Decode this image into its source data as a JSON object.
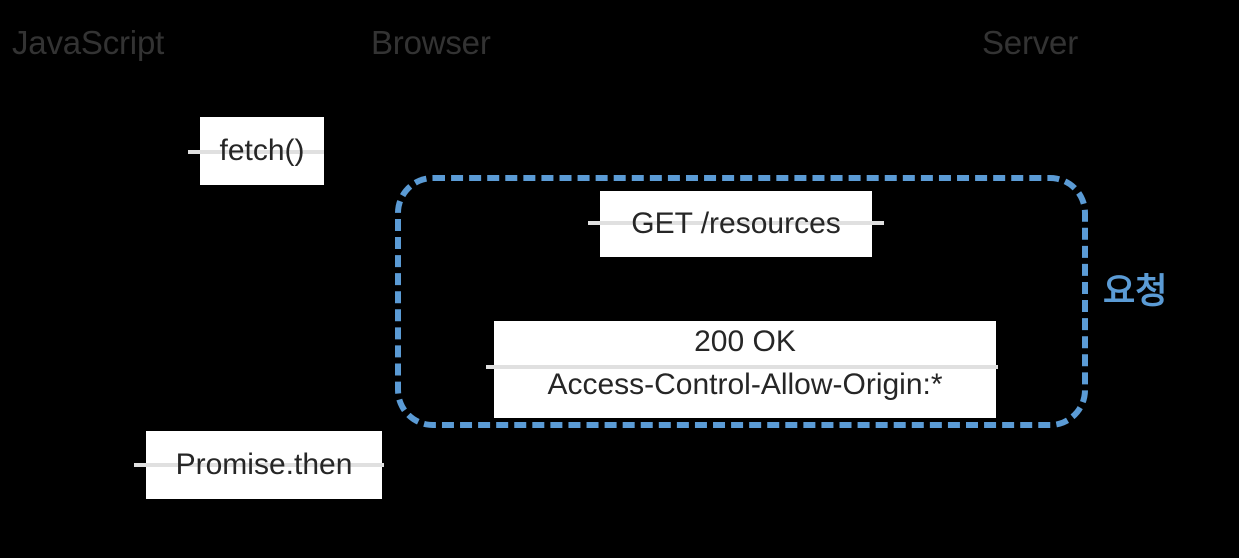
{
  "diagram": {
    "title": "CORS request flow",
    "background_color": "#000000",
    "accent_color": "#5B9BD5",
    "label_color": "#333333",
    "lanes": [
      {
        "id": "javascript",
        "label": "JavaScript"
      },
      {
        "id": "browser",
        "label": "Browser"
      },
      {
        "id": "server",
        "label": "Server"
      }
    ],
    "messages": [
      {
        "id": "fetch",
        "label": "fetch()"
      },
      {
        "id": "get",
        "label": "GET /resources"
      },
      {
        "id": "response",
        "line_1": "200 OK",
        "line_2": "Access-Control-Allow-Origin:*"
      },
      {
        "id": "promise",
        "label": "Promise.then"
      }
    ],
    "annotations": [
      {
        "id": "request-region",
        "label": "요청",
        "color": "#5B9BD5"
      }
    ]
  }
}
